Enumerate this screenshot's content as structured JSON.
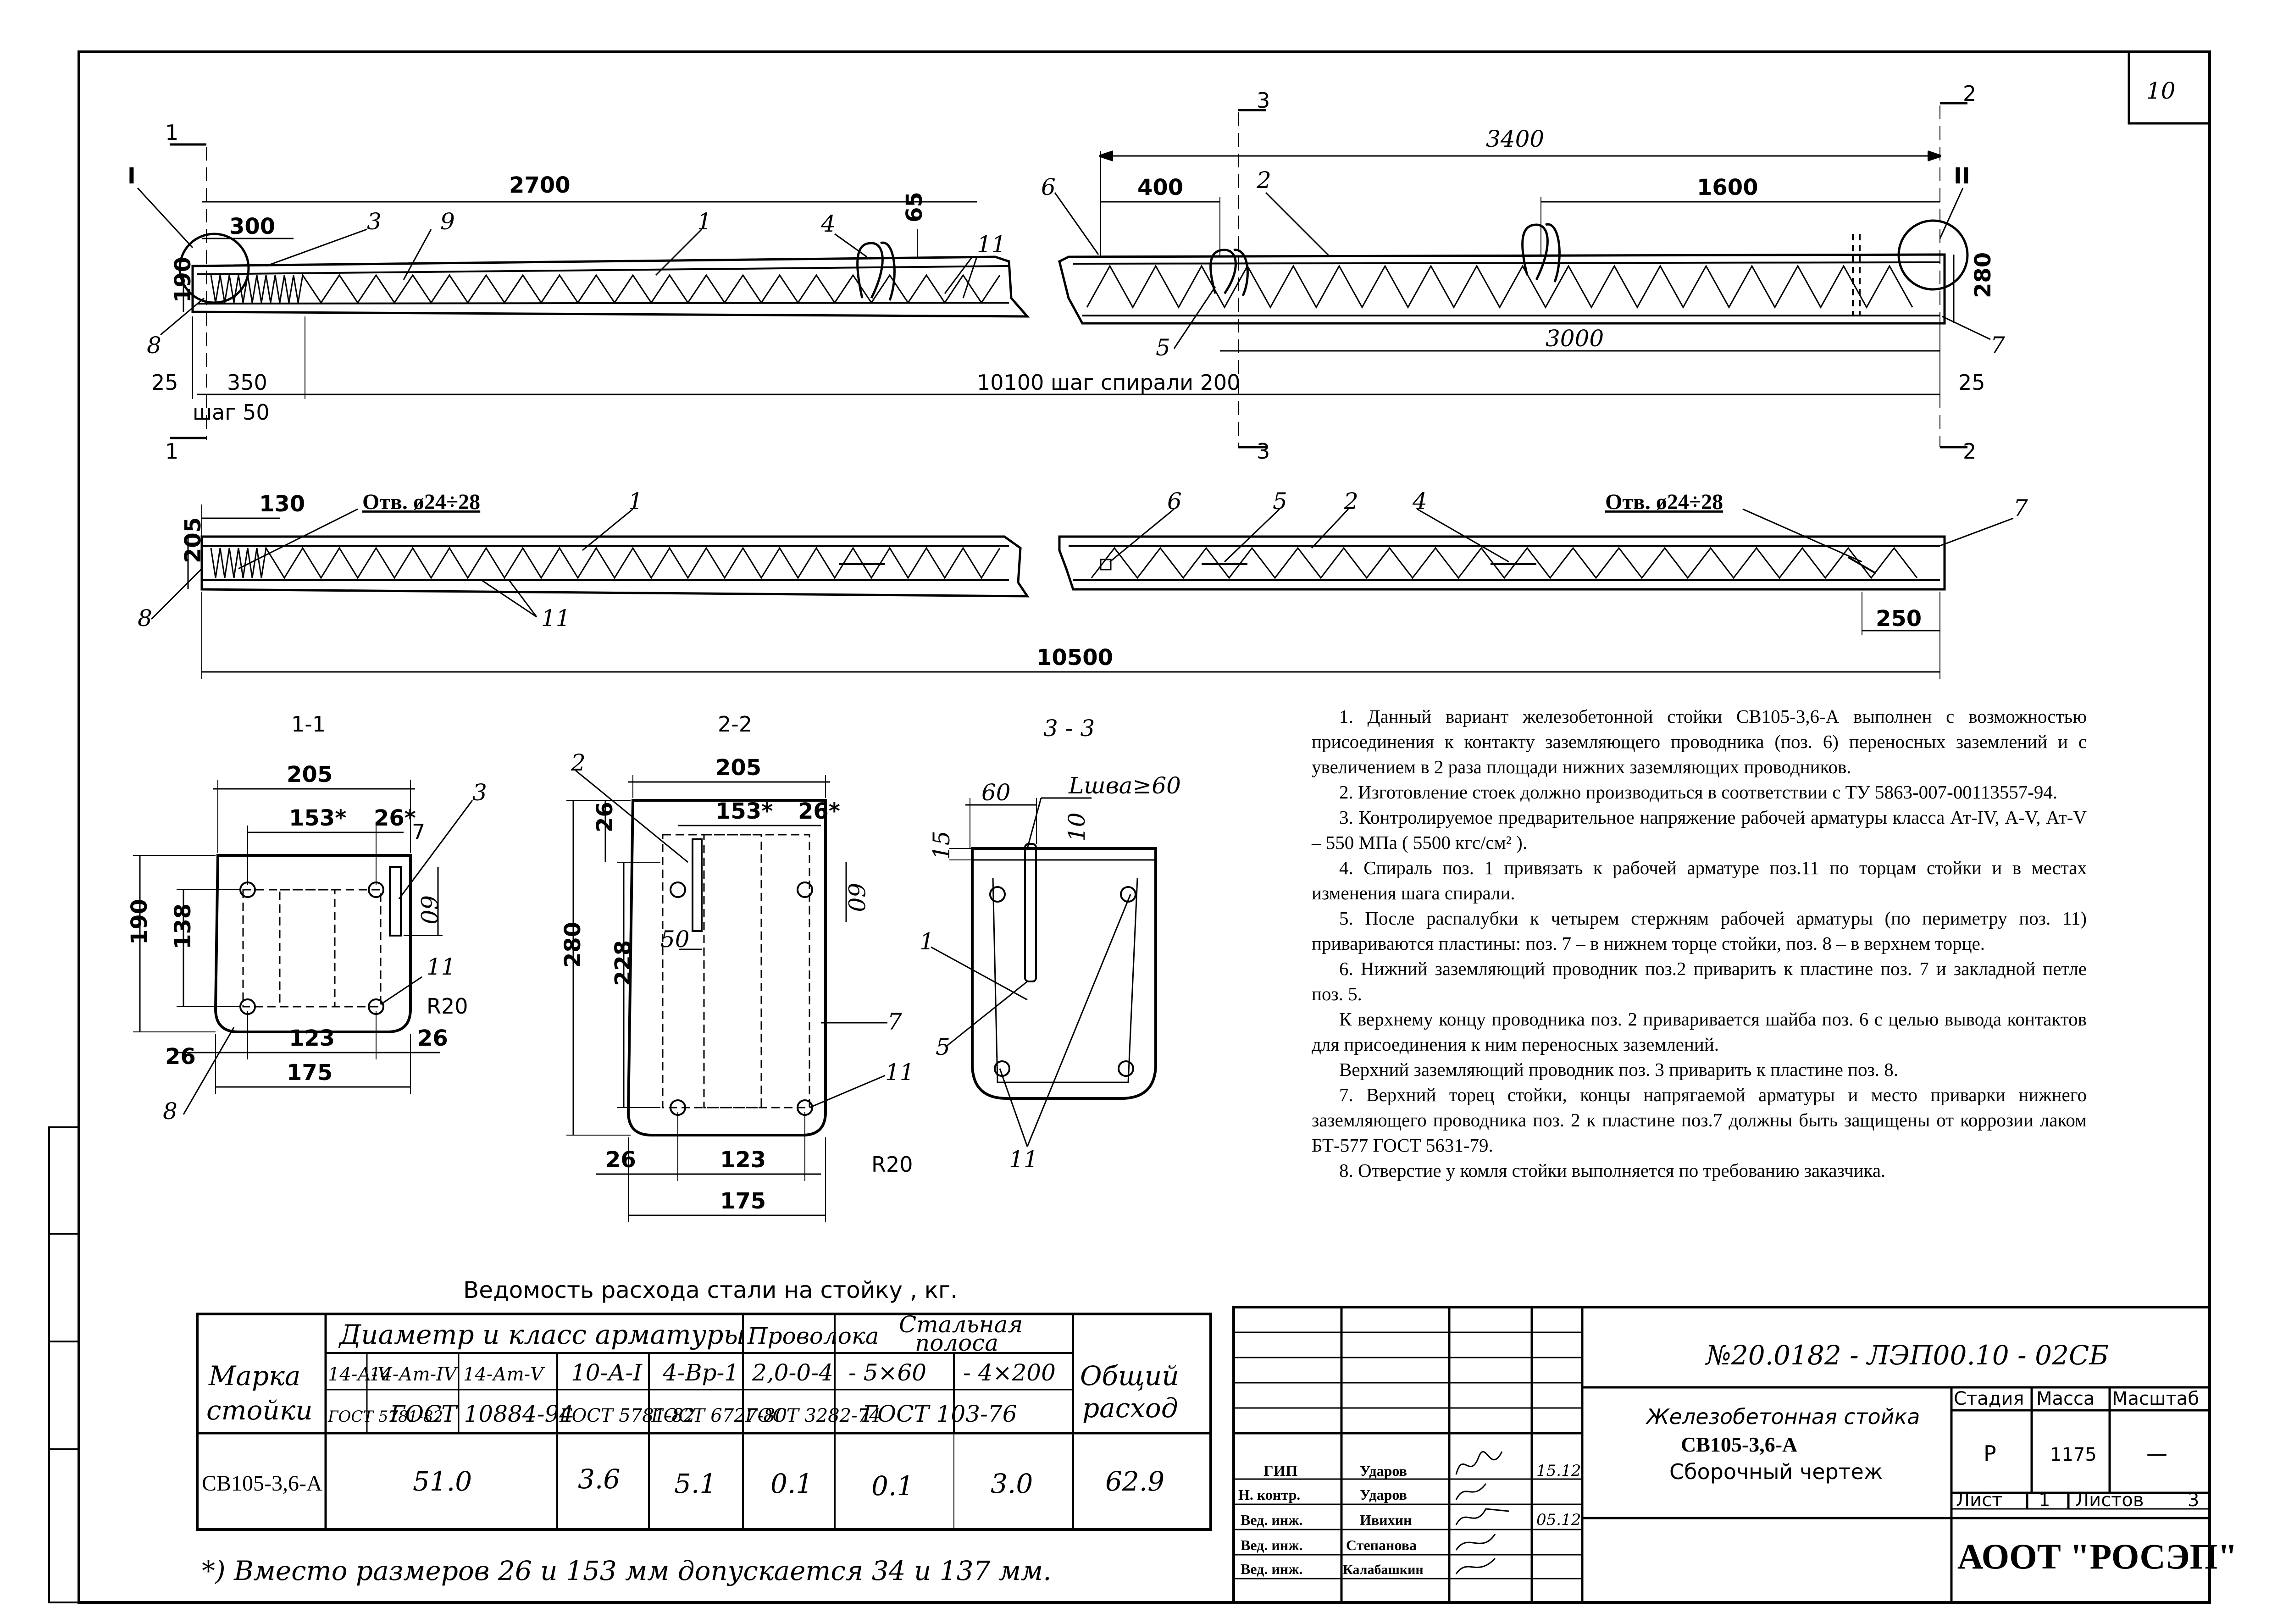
{
  "sheet": {
    "number": "10"
  },
  "elevation": {
    "dims": {
      "total_top": "3400",
      "left_len": "2700",
      "left_seg": "300",
      "d65": "65",
      "d400": "400",
      "d1600": "1600",
      "d190": "190",
      "d280": "280",
      "d3000": "3000",
      "d25_left": "25",
      "d350": "350",
      "step50": "шаг 50",
      "spiral": "10100 шаг спирали 200",
      "d25_right": "25"
    },
    "callouts": {
      "I": "I",
      "II": "II",
      "p1": "1",
      "p2": "2",
      "p3": "3",
      "p4": "4",
      "p5": "5",
      "p6": "6",
      "p7": "7",
      "p8": "8",
      "p9": "9",
      "p11": "11"
    },
    "sections": {
      "s1": "1",
      "s2": "2",
      "s3": "3"
    }
  },
  "plan": {
    "dims": {
      "d130": "130",
      "d205": "205",
      "d250": "250",
      "total": "10500"
    },
    "holes_left": "Отв. ø24÷28",
    "holes_right": "Отв. ø24÷28",
    "callouts": {
      "p1": "1",
      "p2": "2",
      "p4": "4",
      "p5": "5",
      "p6": "6",
      "p7": "7",
      "p8": "8",
      "p11": "11"
    }
  },
  "sec11": {
    "title": "1-1",
    "dims": {
      "w205": "205",
      "w153": "153*",
      "w26a": "26*",
      "d7": "7",
      "d60": "60",
      "h190": "190",
      "h138": "138",
      "h26": "26",
      "w123": "123",
      "w26b": "26",
      "w175": "175",
      "r": "R20"
    },
    "callouts": {
      "p3": "3",
      "p8": "8",
      "p11": "11"
    }
  },
  "sec22": {
    "title": "2-2",
    "dims": {
      "w205": "205",
      "w153": "153*",
      "w26a": "26*",
      "v26": "26",
      "d60": "60",
      "d50": "50",
      "h280": "280",
      "h228": "228",
      "w26b": "26",
      "w123": "123",
      "w175": "175",
      "r": "R20"
    },
    "callouts": {
      "p2": "2",
      "p7": "7",
      "p11": "11"
    }
  },
  "sec33": {
    "title": "3 - 3",
    "dims": {
      "d60": "60",
      "weld": "Lшва≥60",
      "d15": "15",
      "d10": "10"
    },
    "callouts": {
      "p1": "1",
      "p5": "5",
      "p11": "11"
    }
  },
  "notes": [
    "1. Данный вариант железобетонной стойки СВ105-3,6-А выполнен с возможностью присоединения к контакту заземляющего проводника (поз. 6) переносных заземлений и с увеличением в 2 раза площади нижних заземляющих проводников.",
    "2. Изготовление стоек должно производиться в соответствии с ТУ 5863-007-00113557-94.",
    "3. Контролируемое предварительное напряжение рабочей арматуры класса Ат-IV, А-V, Ат-V – 550 МПа ( 5500 кгс/см² ).",
    "4. Спираль поз. 1 привязать к рабочей арматуре поз.11 по торцам стойки и в местах изменения шага спирали.",
    "5. После распалубки к четырем стержням рабочей арматуры (по периметру поз. 11) привариваются пластины: поз. 7 – в нижнем торце стойки, поз. 8 – в верхнем торце.",
    "6. Нижний заземляющий проводник поз.2 приварить к пластине поз. 7 и закладной петле поз. 5.",
    "К верхнему концу проводника поз. 2 приваривается шайба поз. 6 с целью вывода контактов для присоединения к ним переносных заземлений.",
    "Верхний заземляющий проводник поз. 3 приварить к пластине поз. 8.",
    "7. Верхний торец стойки, концы напрягаемой арматуры и место приварки нижнего заземляющего проводника поз. 2 к пластине поз.7 должны быть защищены от коррозии лаком БТ-577 ГОСТ 5631-79.",
    "8. Отверстие у комля стойки выполняется по требованию заказчика."
  ],
  "steel_table": {
    "title": "Ведомость расхода стали на стойку , кг.",
    "mark_header": [
      "Марка",
      "стойки"
    ],
    "group_header": "Диаметр и класс арматуры",
    "wire_header": "Проволока",
    "strip_header": [
      "Стальная",
      "полоса"
    ],
    "total_header": [
      "Общий",
      "расход"
    ],
    "sub_classes": [
      "14-А-V",
      "14-Ат-IV",
      "14-Ат-V",
      "10-А-I",
      "4-Вр-1",
      "2,0-0-4",
      "- 5×60",
      "- 4×200"
    ],
    "sub_gosts": [
      "ГОСТ 5781-82",
      "ГОСТ 10884-94",
      "ГОСТ 5781-82",
      "ГОСТ 6727-80",
      "ГОСТ 3282-74",
      "ГОСТ 103-76"
    ],
    "row": {
      "mark": "СВ105-3,6-А",
      "v14": "51.0",
      "v10": "3.6",
      "v4": "5.1",
      "wire": "0.1",
      "s560": "0.1",
      "s4200": "3.0",
      "total": "62.9"
    },
    "footnote": "*) Вместо размеров 26 и 153 мм допускается 34 и 137 мм."
  },
  "title_block": {
    "doc_no": "№20.0182 - ЛЭП00.10 - 02СБ",
    "name": [
      "Железобетонная стойка",
      "СВ105-3,6-А",
      "Сборочный чертеж"
    ],
    "stage_h": "Стадия",
    "mass_h": "Масса",
    "scale_h": "Масштаб",
    "stage": "Р",
    "mass": "1175",
    "scale": "—",
    "sheet_h": "Лист",
    "sheet": "1",
    "sheets_h": "Листов",
    "sheets": "3",
    "org": "АООТ \"РОСЭП\"",
    "people": [
      {
        "role": "ГИП",
        "name": "Ударов",
        "date": "15.12"
      },
      {
        "role": "Н. контр.",
        "name": "Ударов",
        "date": ""
      },
      {
        "role": "Вед. инж.",
        "name": "Ивихин",
        "date": "05.12"
      },
      {
        "role": "Вед. инж.",
        "name": "Степанова",
        "date": ""
      },
      {
        "role": "Вед. инж.",
        "name": "Калабашкин",
        "date": ""
      }
    ]
  }
}
